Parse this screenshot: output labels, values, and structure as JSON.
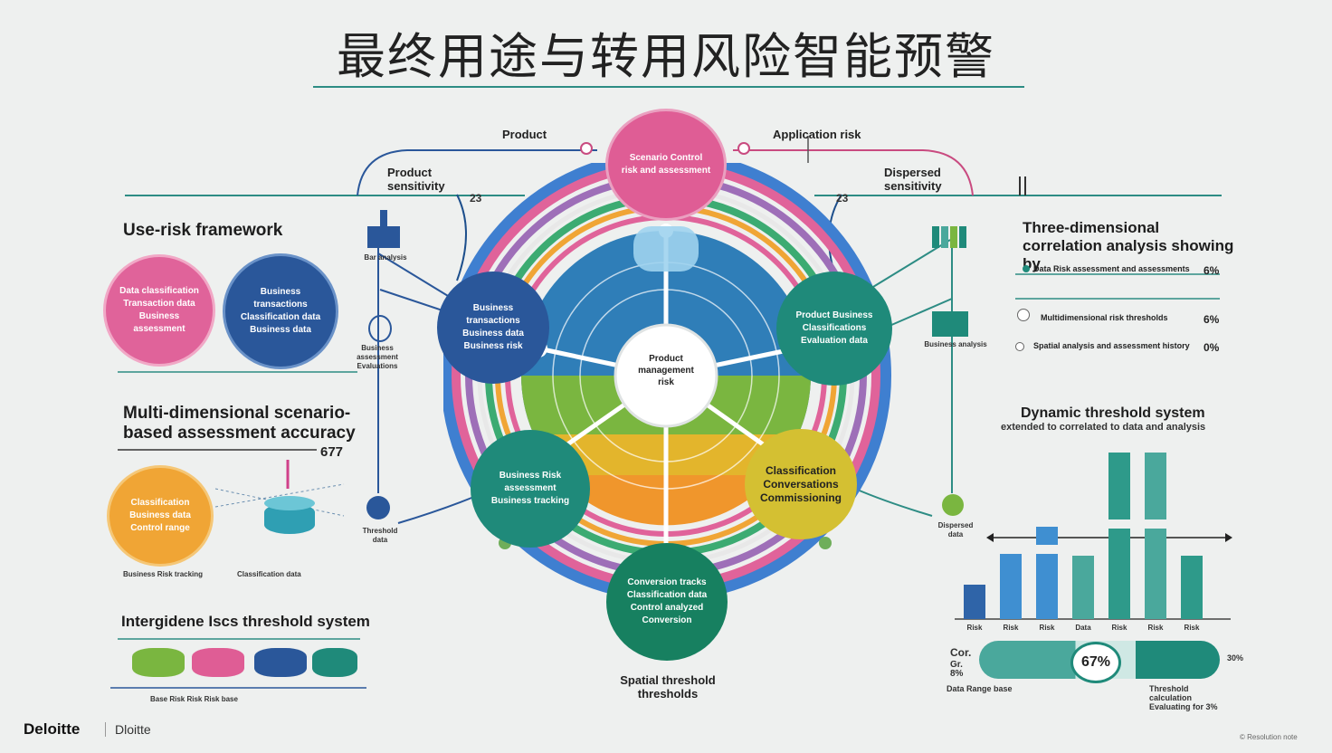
{
  "title": "最终用途与转用风险智能预警",
  "top": {
    "product": "Product",
    "application": "Application risk",
    "product_sensitivity": "Product sensitivity",
    "dispersed_sensitivity": "Dispersed sensitivity",
    "num_left": "23",
    "num_right": "23"
  },
  "center": {
    "hub_label": "Product management risk",
    "top_circle": "Scenario Control risk and assessment",
    "left_circle": "Business transactions Business data Business risk",
    "right_circle": "Product Business Classifications Evaluation data",
    "bottom_left_circle": "Business Risk assessment Business tracking",
    "bottom_right_circle": "Classification Conversations Commissioning",
    "bottom_circle": "Conversion tracks Classification data Control analyzed Conversion",
    "bottom_label": "Spatial threshold thresholds"
  },
  "left": {
    "use_risk_title": "Use-risk framework",
    "pink_circle": "Data classification Transaction data Business assessment",
    "blue_circle": "Business transactions Classification data Business data",
    "multi_title": "Multi-dimensional scenario-based assessment accuracy",
    "multi_value": "677",
    "orange_circle": "Classification Business data Control range",
    "orange_caption": "Business Risk tracking",
    "orange_caption2": "Classification data",
    "inter_title": "Intergidene Iscs threshold system",
    "cyl_caption": "Base Risk    Risk    Risk base",
    "node_caption_1": "Bar analysis",
    "node_caption_2": "Business assessment Evaluations",
    "node_caption_3": "Threshold data"
  },
  "right": {
    "three_title": "Three-dimensional correlation analysis showing by",
    "rows": [
      {
        "text": "Data  Risk assessment and assessments",
        "value": "6%"
      },
      {
        "text": "Multidimensional risk thresholds",
        "value": "6%"
      },
      {
        "text": "Spatial analysis and assessment history",
        "value": "0%"
      }
    ],
    "dyn_title": "Dynamic threshold system",
    "dyn_sub": "extended to correlated to data and analysis",
    "node_caption_1": "Business analysis",
    "node_caption_2": "Dispersed data",
    "gauge_value": "67%",
    "gauge_left_top": "Cor.",
    "gauge_left_bottom": "Gr. 8%",
    "gauge_right": "30%",
    "caption_left": "Data Range base",
    "caption_right": "Threshold calculation Evaluating for 3%",
    "footer_note": "© Resolution note"
  },
  "chart_data": {
    "type": "bar",
    "categories": [
      "Risk",
      "Risk",
      "Risk",
      "Data",
      "Risk",
      "Risk",
      "Risk"
    ],
    "series": [
      {
        "values": [
          38,
          72,
          72,
          70,
          100,
          100,
          70
        ]
      },
      {
        "values": [
          0,
          0,
          100,
          0,
          180,
          170,
          0
        ]
      }
    ],
    "colors": [
      "#2f64a8",
      "#3f8fd1",
      "#3f8fd1",
      "#4aa89c",
      "#2e9a8a",
      "#4aa89c",
      "#2e9a8a"
    ]
  },
  "colors": {
    "pink": "#e0639a",
    "blue": "#2a579a",
    "teal": "#1f8a7a",
    "orange": "#f0a535",
    "yellow": "#d7c030",
    "navy": "#1d4f8c"
  },
  "footer": {
    "logo": "Deloitte",
    "logo2": "Dloitte"
  }
}
